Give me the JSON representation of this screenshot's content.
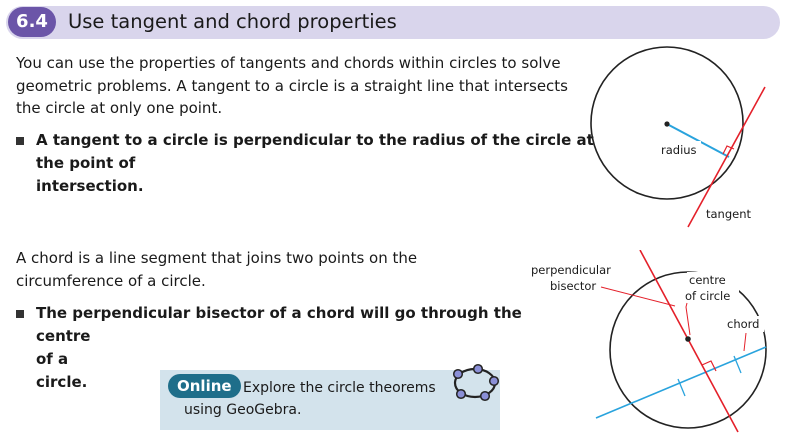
{
  "header": {
    "section_number": "6.4",
    "title": "Use tangent and chord properties"
  },
  "intro": {
    "line1": "You can use the properties of tangents and chords within circles to solve",
    "line2": "geometric problems. A tangent to a circle is a straight line that intersects",
    "line3": "the circle at only one point."
  },
  "bullet1": {
    "line1": "A tangent to a circle is perpendicular to the radius of the circle at",
    "line2": "the point of intersection."
  },
  "chord_para": {
    "line1": "A chord is a line segment that joins two points on the",
    "line2": "circumference of a circle."
  },
  "bullet2": {
    "line1": "The perpendicular bisector of a chord will go through the",
    "line2": "centre of a circle."
  },
  "online": {
    "badge": "Online",
    "line1": "Explore the circle theorems",
    "line2": "using GeoGebra.",
    "icon": "geogebra-icon"
  },
  "diagram1": {
    "radius_label": "radius",
    "tangent_label": "tangent"
  },
  "diagram2": {
    "perp_label_line1": "perpendicular",
    "perp_label_line2": "bisector",
    "centre_label_line1": "centre",
    "centre_label_line2": "of circle",
    "chord_label": "chord"
  },
  "colors": {
    "badge": "#6b55a8",
    "header_bar": "#d9d5ec",
    "tangent": "#e4202a",
    "radius": "#29a3dd",
    "online_bg": "#d3e3ec",
    "online_badge": "#1e6e8a"
  }
}
